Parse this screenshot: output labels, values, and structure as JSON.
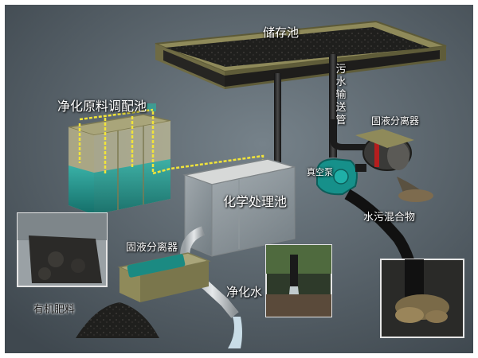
{
  "labels": {
    "storage_tank": "储存池",
    "sewage_pipe": "污水输送管",
    "mixing_tank": "净化原料调配池",
    "chem_tank": "化学处理池",
    "separator_right": "固液分离器",
    "separator_left": "固液分离器",
    "vacuum_pump": "真空泵",
    "mixture": "水污混合物",
    "purified_water": "净化水",
    "fertilizer": "有机肥料"
  },
  "colors": {
    "background": "#5b666e",
    "tank_frame": "#8f8a5a",
    "sludge": "#1e1e1c",
    "water": "#1f8f88",
    "pipe_yellow": "#f1e43a",
    "pump_teal": "#16908a"
  }
}
